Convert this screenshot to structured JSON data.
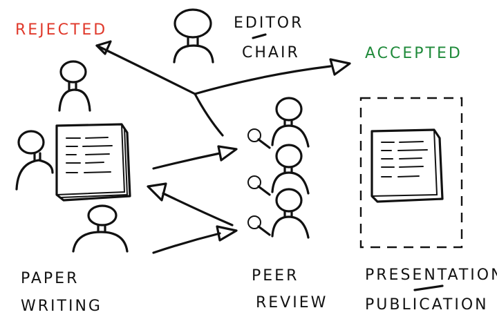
{
  "labels": {
    "rejected": "REJECTED",
    "accepted": "ACCEPTED",
    "editor_line1": "EDITOR",
    "editor_line2": "CHAIR",
    "paper_line1": "PAPER",
    "paper_line2": "WRITING",
    "peer_line1": "PEER",
    "peer_line2": "REVIEW",
    "pres_line1": "PRESENTATION",
    "pres_line2": "PUBLICATION"
  },
  "colors": {
    "rejected": "#e0392b",
    "accepted": "#1f8a3a",
    "ink": "#111111"
  },
  "icons": {
    "person": "person-icon",
    "paper": "paper-stack-icon",
    "reviewer": "reviewer-with-magnifier-icon"
  }
}
